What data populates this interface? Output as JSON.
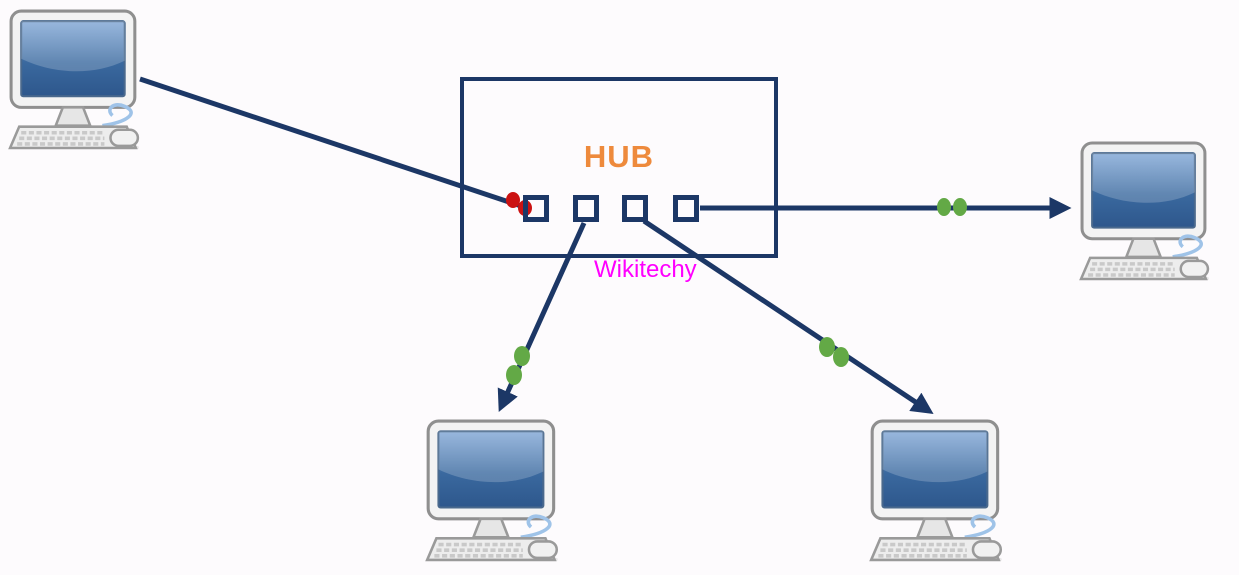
{
  "hub": {
    "label": "HUB",
    "port_count": 4
  },
  "watermark": {
    "text": "Wikitechy"
  },
  "colors": {
    "background": "#FDFBFD",
    "navy": "#1C3766",
    "orange": "#EE8A3C",
    "magenta": "#FF00FF",
    "red": "#CB1212",
    "green": "#63A946"
  },
  "nodes": [
    {
      "id": "computer-top-left",
      "type": "computer"
    },
    {
      "id": "computer-right",
      "type": "computer"
    },
    {
      "id": "computer-bottom-left",
      "type": "computer"
    },
    {
      "id": "computer-bottom-right",
      "type": "computer"
    },
    {
      "id": "hub",
      "type": "hub"
    }
  ],
  "connections": [
    {
      "from": "computer-top-left",
      "to": "hub-port-1",
      "packet_dots": "red",
      "dot_count": 2,
      "arrowhead": false
    },
    {
      "from": "hub-port-2",
      "to": "computer-bottom-left",
      "packet_dots": "green",
      "dot_count": 2,
      "arrowhead": true
    },
    {
      "from": "hub-port-3",
      "to": "computer-bottom-right",
      "packet_dots": "green",
      "dot_count": 2,
      "arrowhead": true
    },
    {
      "from": "hub-port-4",
      "to": "computer-right",
      "packet_dots": "green",
      "dot_count": 2,
      "arrowhead": true
    }
  ]
}
